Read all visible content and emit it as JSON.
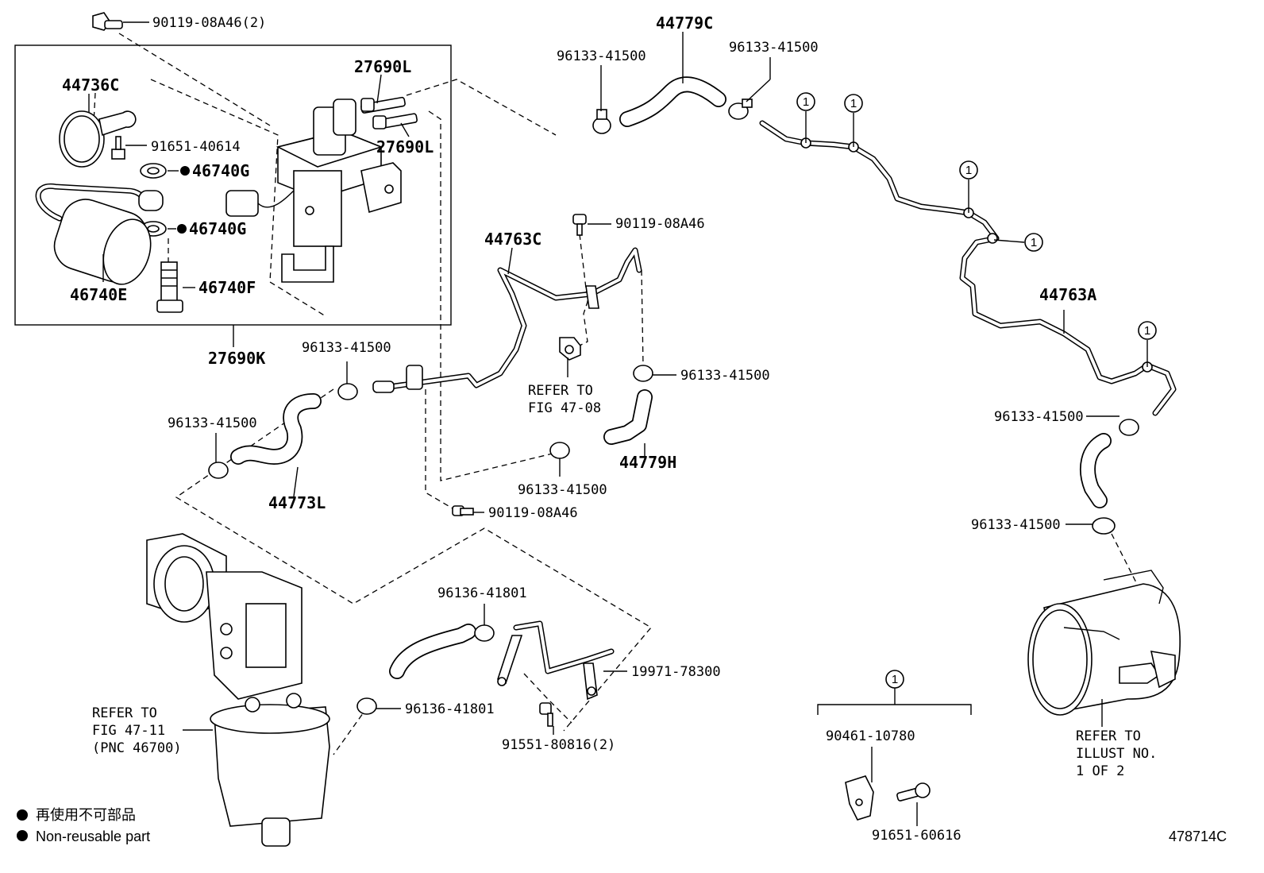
{
  "labels": {
    "p_90119_08a46_2": "90119-08A46(2)",
    "p_44736c": "44736C",
    "p_27690l_a": "27690L",
    "p_27690l_b": "27690L",
    "p_91651_40614": "91651-40614",
    "p_46740g_a": "46740G",
    "p_46740g_b": "46740G",
    "p_46740e": "46740E",
    "p_46740f": "46740F",
    "p_27690k": "27690K",
    "p_96133_41500_top_left": "96133-41500",
    "p_44779c": "44779C",
    "p_96133_41500_top_right": "96133-41500",
    "p_90119_08a46_mid": "90119-08A46",
    "p_44763c": "44763C",
    "p_96133_41500_mid": "96133-41500",
    "p_96133_41500_right_of_44779h": "96133-41500",
    "p_96133_41500_left": "96133-41500",
    "p_44779h": "44779H",
    "p_96133_41500_bottom": "96133-41500",
    "p_44773l": "44773L",
    "p_90119_08a46_lower": "90119-08A46",
    "p_44763a": "44763A",
    "p_96133_41500_far_right_a": "96133-41500",
    "p_96133_41500_far_right_b": "96133-41500",
    "p_96136_41801_a": "96136-41801",
    "p_96136_41801_b": "96136-41801",
    "p_19971_78300": "19971-78300",
    "p_91551_80816_2": "91551-80816(2)",
    "p_90461_10780": "90461-10780",
    "p_91651_60616": "91651-60616"
  },
  "refs": {
    "fig_47_08": [
      "REFER TO",
      "FIG 47-08"
    ],
    "fig_47_11": [
      "REFER TO",
      "FIG 47-11",
      "(PNC 46700)"
    ],
    "illust": [
      "REFER TO",
      "ILLUST NO.",
      "1 OF 2"
    ]
  },
  "callout_number": "1",
  "legend": {
    "line1": "再使用不可部品",
    "line2": "Non-reusable part"
  },
  "diagram_id": "478714C"
}
